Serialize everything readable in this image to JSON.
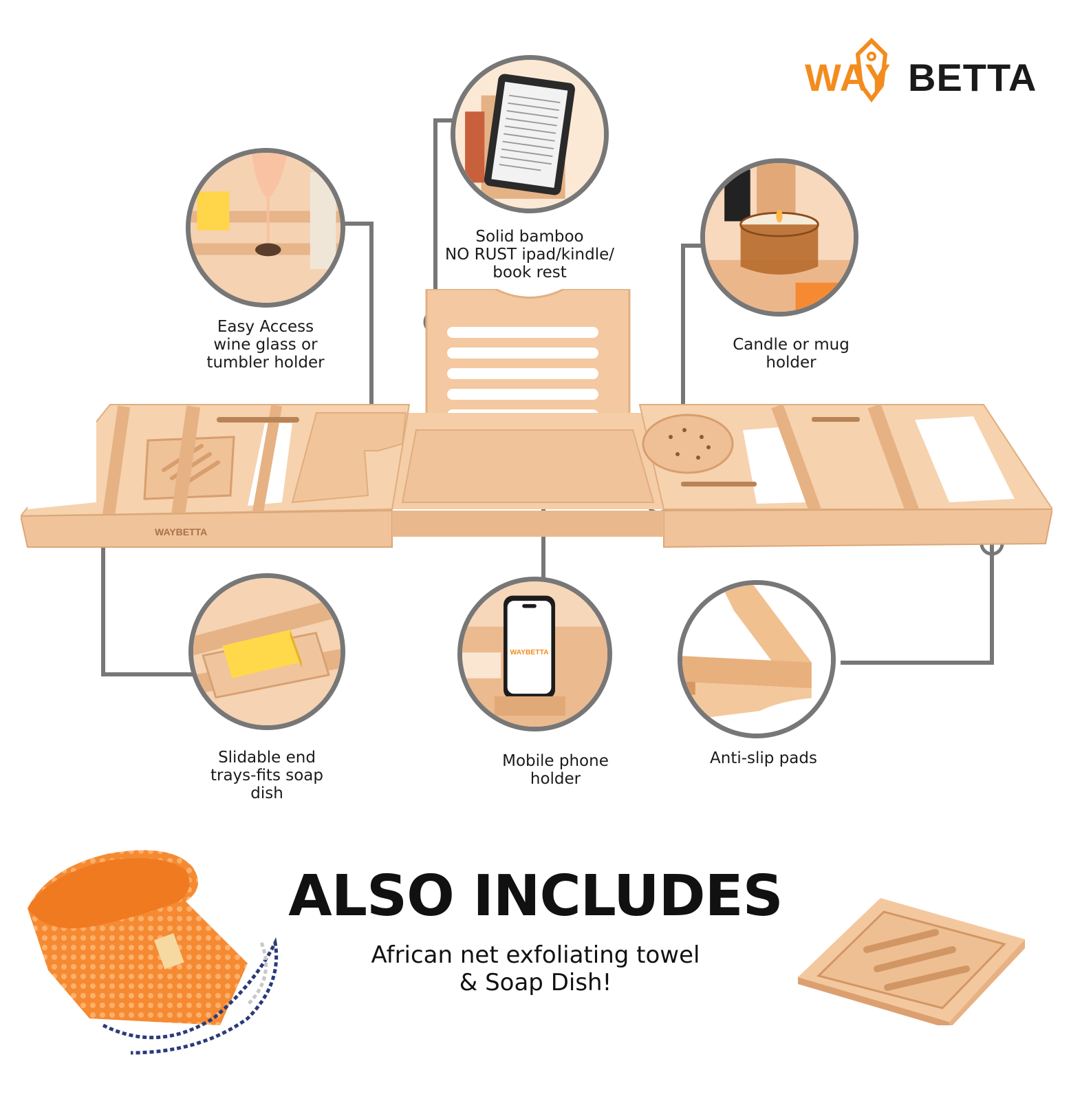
{
  "brand": {
    "prefix": "WAY",
    "suffix": "BETTA",
    "accent_color": "#f28c1e",
    "text_color": "#1a1a1a"
  },
  "features": {
    "wine_holder": "Easy Access\nwine glass or\ntumbler holder",
    "book_rest": "Solid bamboo\nNO RUST ipad/kindle/\nbook rest",
    "candle_holder": "Candle or mug\nholder",
    "soap_trays": "Slidable end\ntrays-fits soap\ndish",
    "phone_holder": "Mobile phone\nholder",
    "anti_slip": "Anti-slip pads"
  },
  "phone_screen_logo": "WAYBETTA",
  "tray_logo": "WAYBETTA",
  "extras": {
    "headline": "ALSO INCLUDES",
    "description": "African net exfoliating towel\n& Soap Dish!"
  },
  "colors": {
    "bamboo": "#f3c79f",
    "bamboo_dark": "#e0a978",
    "line_gray": "#777777",
    "towel_orange": "#f58a33"
  },
  "icons": {
    "tag": "price-tag-icon"
  }
}
